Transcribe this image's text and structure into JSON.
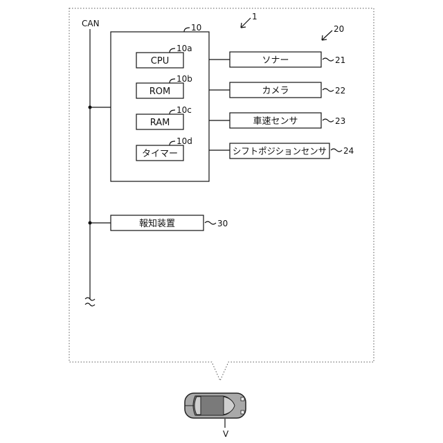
{
  "system_ref": "1",
  "vehicle_ref": "20",
  "bus": {
    "label": "CAN"
  },
  "ecu": {
    "ref": "10",
    "components": [
      {
        "label": "CPU",
        "ref": "10a"
      },
      {
        "label": "ROM",
        "ref": "10b"
      },
      {
        "label": "RAM",
        "ref": "10c"
      },
      {
        "label": "タイマー",
        "ref": "10d"
      }
    ]
  },
  "sensors": [
    {
      "label": "ソナー",
      "ref": "21"
    },
    {
      "label": "カメラ",
      "ref": "22"
    },
    {
      "label": "車速センサ",
      "ref": "23"
    },
    {
      "label": "シフトポジションセンサ",
      "ref": "24"
    }
  ],
  "notification": {
    "label": "報知装置",
    "ref": "30"
  },
  "car": {
    "label": "V",
    "icon": "car-topview-icon"
  }
}
